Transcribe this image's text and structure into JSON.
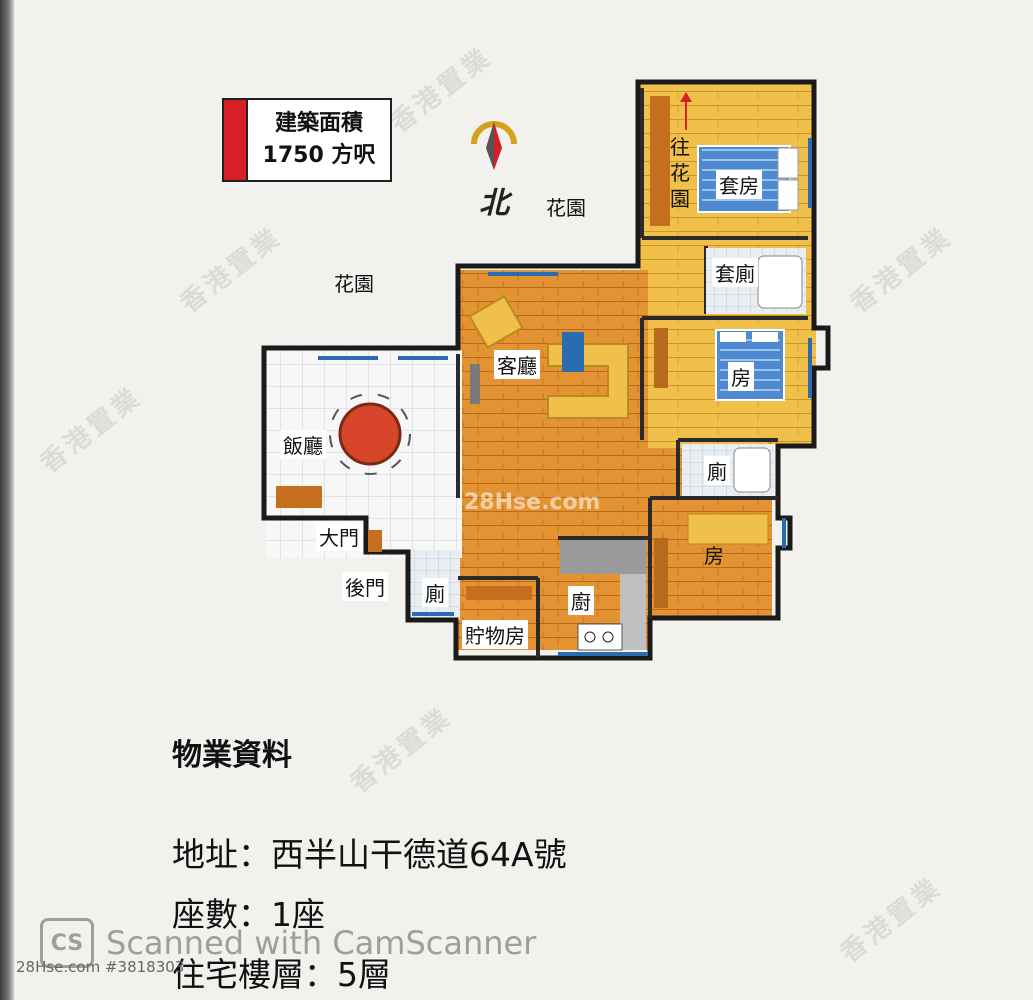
{
  "area_box": {
    "line1": "建築面積",
    "line2": "1750 方呎"
  },
  "compass": {
    "label": "北"
  },
  "gardens": {
    "north_mid": "花園",
    "north_left": "花園",
    "to_garden": "往花園"
  },
  "rooms": {
    "suite_room": "套房",
    "suite_bath": "套廁",
    "room_top": "房",
    "living": "客廳",
    "dining": "飯廳",
    "bath": "廁",
    "room_bottom": "房",
    "main_door": "大門",
    "back_door": "後門",
    "back_bath": "廁",
    "kitchen": "廚",
    "storage": "貯物房"
  },
  "watermark_text": "香港置業",
  "plan_stamp": "28Hse.com",
  "info": {
    "title": "物業資料",
    "address": "地址：西半山干德道64A號",
    "blocks": "座數：1座",
    "floors": "住宅樓層：5層"
  },
  "scanner": {
    "logo": "CS",
    "text": "Scanned with CamScanner"
  },
  "ref": "28Hse.com #3818303",
  "colors": {
    "wood": "#e0902a",
    "wood_light": "#f0c050",
    "wall": "#1a1a1a",
    "arrow": "#d61f26",
    "accent_red": "#d61f26",
    "blue": "#2b6cb0"
  }
}
